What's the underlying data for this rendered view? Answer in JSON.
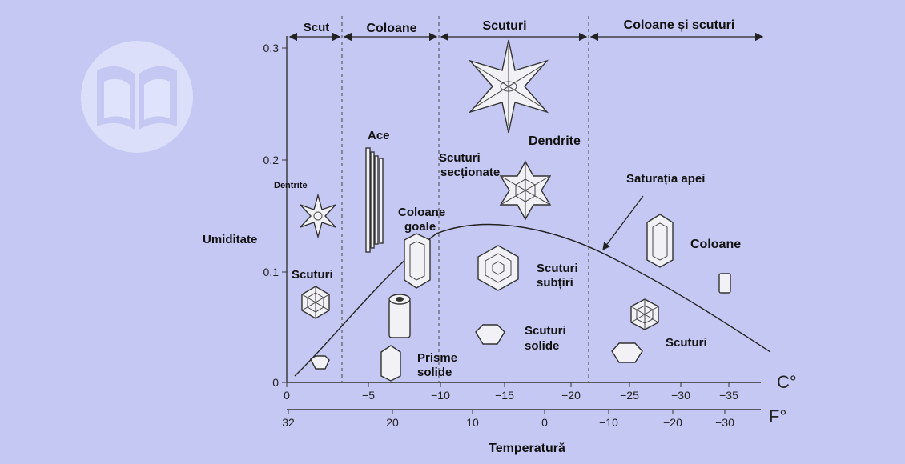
{
  "regions": [
    {
      "label": "Scut"
    },
    {
      "label": "Coloane"
    },
    {
      "label": "Scuturi"
    },
    {
      "label": "Coloane și scuturi"
    }
  ],
  "axes": {
    "y_label": "Umiditate",
    "x_label": "Temperatură",
    "c_unit": "C°",
    "f_unit": "F°",
    "y_ticks": [
      "0",
      "0.1",
      "0.2",
      "0.3"
    ],
    "c_ticks": [
      "0",
      "−5",
      "−10",
      "−15",
      "−20",
      "−25",
      "−30",
      "−35"
    ],
    "f_ticks": [
      "32",
      "20",
      "10",
      "0",
      "−10",
      "−20",
      "−30"
    ]
  },
  "crystal_labels": {
    "dentrite": "Dentrite",
    "scuturi_left": "Scuturi",
    "ace": "Ace",
    "coloane_goale_1": "Coloane",
    "coloane_goale_2": "goale",
    "prisme_1": "Prisme",
    "prisme_2": "solide",
    "sectionate_1": "Scuturi",
    "sectionate_2": "secționate",
    "dendrite": "Dendrite",
    "subtiri_1": "Scuturi",
    "subtiri_2": "subțiri",
    "solide_1": "Scuturi",
    "solide_2": "solide",
    "saturatia": "Saturația apei",
    "coloane_right": "Coloane",
    "scuturi_right": "Scuturi"
  },
  "colors": {
    "background": "#c4c8f2",
    "logo": "#dfe3fb"
  }
}
